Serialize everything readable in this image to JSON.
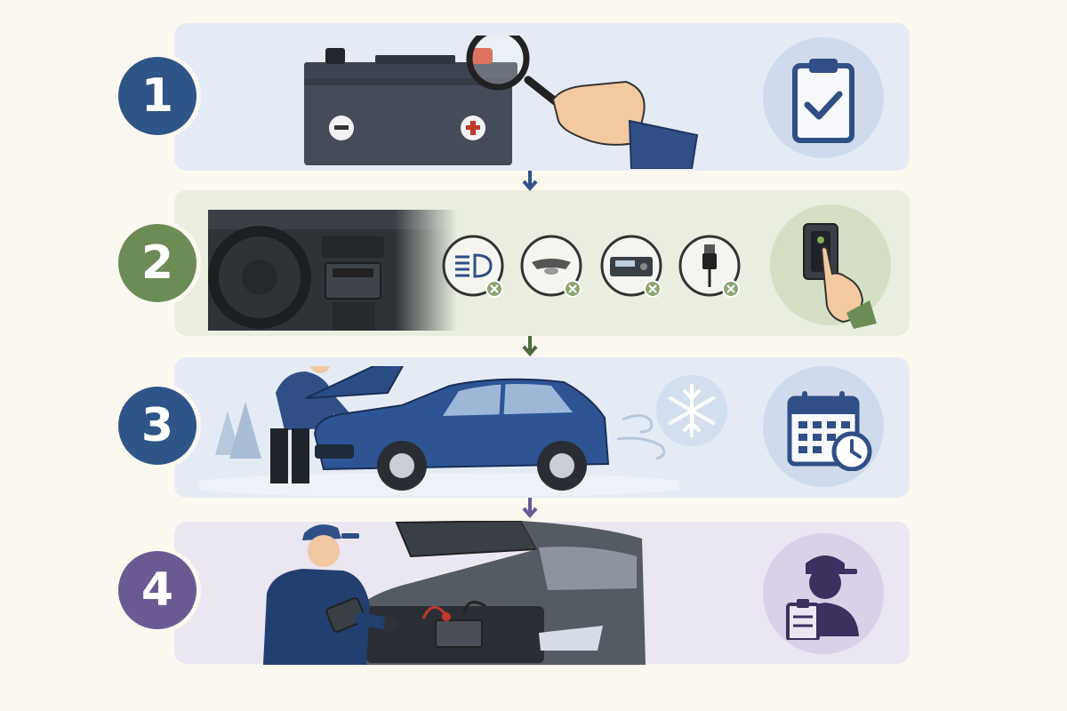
{
  "steps": [
    {
      "number": "1",
      "accent": "#2f5588",
      "panel_color": "#e4ebf5",
      "side_icon": "clipboard-check-icon"
    },
    {
      "number": "2",
      "accent": "#6b8c55",
      "panel_color": "#e9eee0",
      "side_icon": "switch-press-icon",
      "accessory_icons": [
        "headlight-icon",
        "interior-light-icon",
        "radio-icon",
        "usb-cable-icon"
      ]
    },
    {
      "number": "3",
      "accent": "#2f5588",
      "panel_color": "#e4ebf5",
      "side_icon": "calendar-clock-icon",
      "extra_icon": "snowflake-icon"
    },
    {
      "number": "4",
      "accent": "#6b5a92",
      "panel_color": "#eae6f2",
      "side_icon": "mechanic-icon"
    }
  ]
}
